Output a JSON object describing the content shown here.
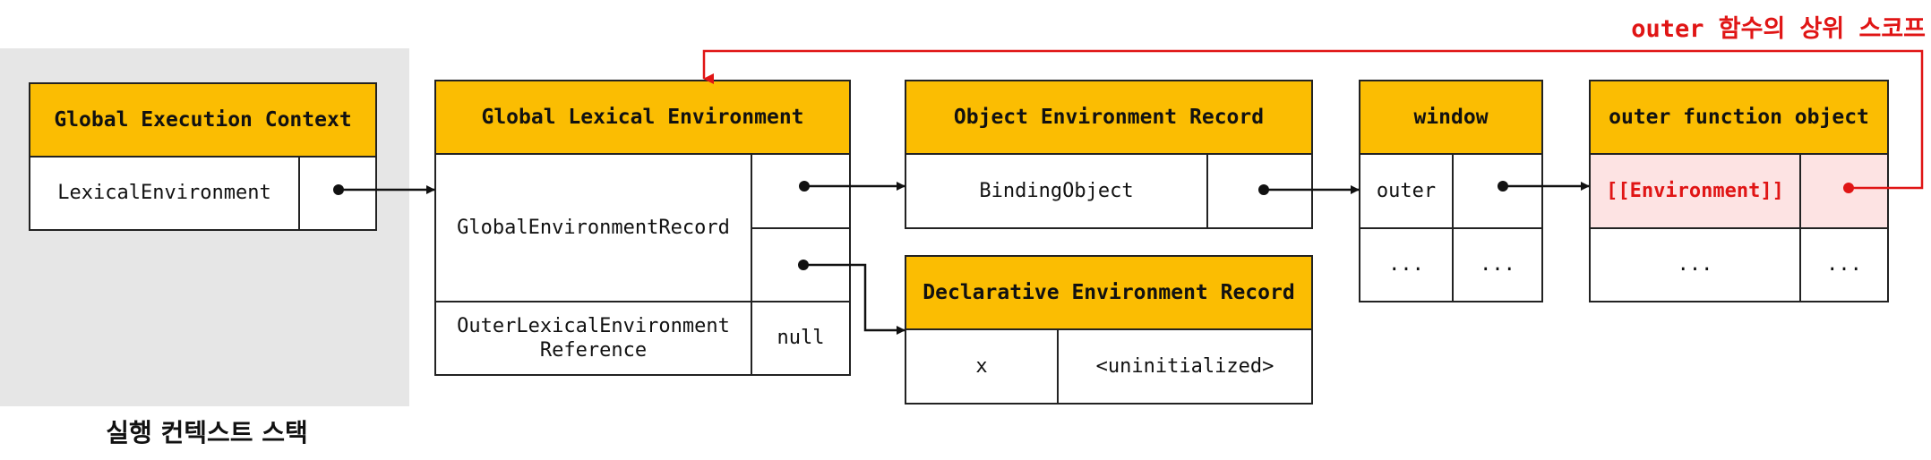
{
  "stack": {
    "caption": "실행 컨텍스트 스택",
    "global_execution_context": {
      "title": "Global Execution Context",
      "row_label": "LexicalEnvironment"
    }
  },
  "global_lexical_environment": {
    "title": "Global Lexical Environment",
    "record_label": "GlobalEnvironmentRecord",
    "outer_label": "OuterLexicalEnvironment Reference",
    "outer_value": "null"
  },
  "object_environment_record": {
    "title": "Object Environment Record",
    "row_label": "BindingObject"
  },
  "declarative_environment_record": {
    "title": "Declarative Environment Record",
    "key": "x",
    "value": "<uninitialized>"
  },
  "window": {
    "title": "window",
    "rows": [
      {
        "key": "outer",
        "value": ""
      },
      {
        "key": "...",
        "value": "..."
      }
    ]
  },
  "outer_function_object": {
    "title": "outer function object",
    "rows": [
      {
        "key": "[[Environment]]",
        "value": ""
      },
      {
        "key": "...",
        "value": "..."
      }
    ]
  },
  "annotation": {
    "text": "outer 함수의 상위 스코프",
    "color": "#e01515"
  },
  "colors": {
    "header": "#fbbd02",
    "stack_background": "#e6e6e6",
    "highlight": "#fde3e3",
    "accent": "#e01515"
  }
}
